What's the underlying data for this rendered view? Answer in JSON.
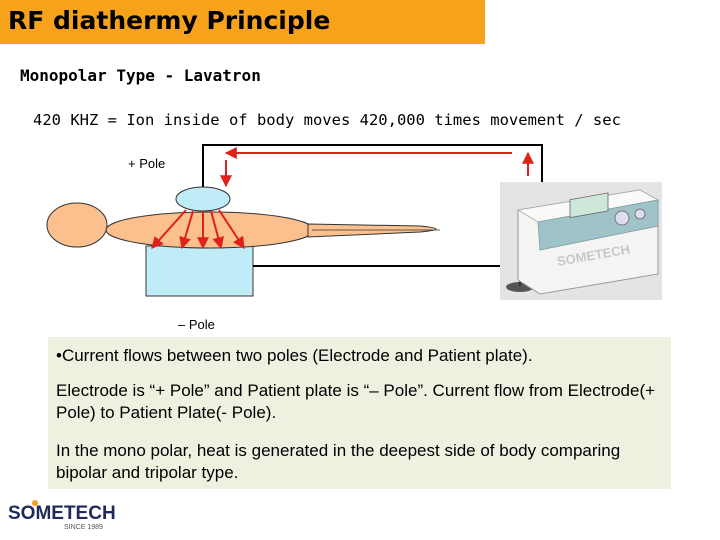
{
  "slide": {
    "title": "RF diathermy Principle",
    "subtitle": "Monopolar Type - Lavatron",
    "formula": "420 KHZ = Ion inside of body moves 420,000 times movement / sec"
  },
  "diagram": {
    "plus_pole_label": "+ Pole",
    "minus_pole_label": "– Pole"
  },
  "device_image": {
    "brand_text": "SOMETECH"
  },
  "textbox": {
    "para1": "•Current flows between two poles (Electrode and Patient plate).",
    "para2": "Electrode is “+ Pole” and Patient plate is “– Pole”. Current flow from Electrode(+ Pole) to Patient Plate(- Pole).",
    "para3": "In the mono polar, heat is generated in the deepest side of body comparing bipolar and tripolar type."
  },
  "logo": {
    "name": "SOMETECH",
    "tagline": "SINCE 1989"
  },
  "colors": {
    "title_bar": "#f7a21b",
    "body_fill": "#fbc08e",
    "plate_fill": "#c0ecf8",
    "arrow_red": "#e0201a",
    "textbox_bg": "#f0f0e0"
  }
}
